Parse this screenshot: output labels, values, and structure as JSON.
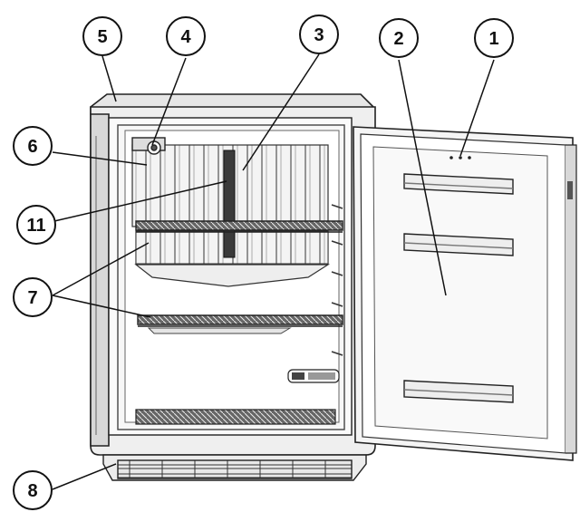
{
  "diagram": {
    "subject": "Minibar refrigerator with open door",
    "callouts": [
      {
        "id": "c1",
        "label": "1"
      },
      {
        "id": "c2",
        "label": "2"
      },
      {
        "id": "c3",
        "label": "3"
      },
      {
        "id": "c4",
        "label": "4"
      },
      {
        "id": "c5",
        "label": "5"
      },
      {
        "id": "c6",
        "label": "6"
      },
      {
        "id": "c11",
        "label": "11"
      },
      {
        "id": "c7",
        "label": "7"
      },
      {
        "id": "c8",
        "label": "8"
      }
    ],
    "colors": {
      "stroke": "#222222",
      "light_fill": "#f2f2f2",
      "mid_fill": "#d9d9d9",
      "dark_fill": "#4a4a4a"
    }
  }
}
